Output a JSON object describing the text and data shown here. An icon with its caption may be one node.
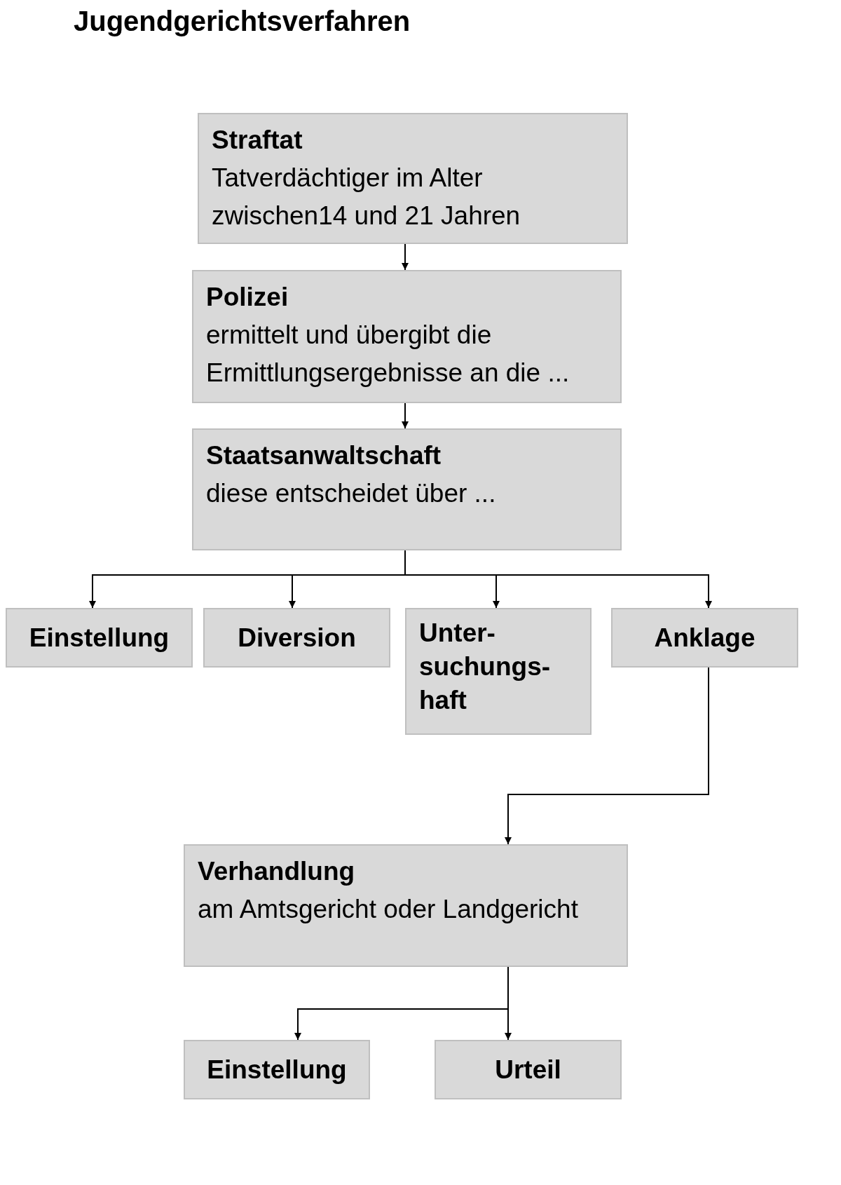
{
  "diagram": {
    "title": "Jugendgerichtsverfahren",
    "nodes": [
      {
        "text": [
          "Straftat",
          "Tatverdächtiger im Alter zwischen14 und 21 Jahren"
        ]
      },
      {
        "text": [
          "Polizei",
          "ermittelt und übergibt die Ermittlungsergebnisse an die ..."
        ]
      },
      {
        "text": [
          "Staatsanwaltschaft",
          "diese entscheidet über ..."
        ]
      },
      {
        "text": [
          "Einstellung"
        ]
      },
      {
        "text": [
          "Diversion"
        ]
      },
      {
        "text": [
          "Unter- suchungs- haft"
        ]
      },
      {
        "text": [
          "Anklage"
        ]
      },
      {
        "text": [
          "Verhandlung",
          "am Amtsgericht oder Landgericht"
        ]
      },
      {
        "text": [
          "Einstellung"
        ]
      },
      {
        "text": [
          "Urteil"
        ]
      }
    ],
    "edges": [
      {
        "from": 0,
        "to": 1,
        "arrow": "to"
      },
      {
        "from": 1,
        "to": 2,
        "arrow": "to"
      },
      {
        "from": 2,
        "to": 3,
        "arrow": "to"
      },
      {
        "from": 2,
        "to": 4,
        "arrow": "to"
      },
      {
        "from": 2,
        "to": 5,
        "arrow": "to"
      },
      {
        "from": 2,
        "to": 6,
        "arrow": "to"
      },
      {
        "from": 6,
        "to": 7,
        "arrow": "to"
      },
      {
        "from": 7,
        "to": 8,
        "arrow": "to"
      },
      {
        "from": 7,
        "to": 9,
        "arrow": "to"
      }
    ]
  }
}
